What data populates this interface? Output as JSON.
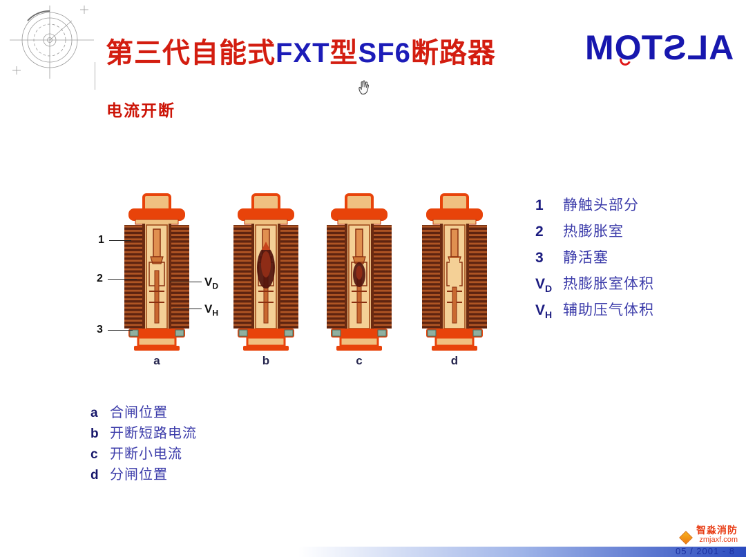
{
  "header": {
    "title_segments": [
      {
        "text": "第三代自能式"
      },
      {
        "text": "FXT"
      },
      {
        "text": "型"
      },
      {
        "text": "SF6"
      },
      {
        "text": "断路器"
      }
    ],
    "logo_text": "ALSTOM"
  },
  "slide": {
    "subtitle": "电流开断"
  },
  "diagram": {
    "callouts": [
      "1",
      "2",
      "3"
    ],
    "volumes": [
      {
        "base": "V",
        "sub": "D"
      },
      {
        "base": "V",
        "sub": "H"
      }
    ],
    "letters": [
      "a",
      "b",
      "c",
      "d"
    ]
  },
  "legend_right": {
    "items": [
      {
        "key": "1",
        "sub": "",
        "text": "静触头部分"
      },
      {
        "key": "2",
        "sub": "",
        "text": "热膨胀室"
      },
      {
        "key": "3",
        "sub": "",
        "text": "静活塞"
      },
      {
        "key": "V",
        "sub": "D",
        "text": "热膨胀室体积"
      },
      {
        "key": "V",
        "sub": "H",
        "text": "辅助压气体积"
      }
    ]
  },
  "legend_bottom": {
    "items": [
      {
        "key": "a",
        "text": "合闸位置"
      },
      {
        "key": "b",
        "text": "开断短路电流"
      },
      {
        "key": "c",
        "text": "开断小电流"
      },
      {
        "key": "d",
        "text": "分闸位置"
      }
    ]
  },
  "footer": {
    "page_date": "05 / 2001 - 8",
    "watermark_name": "智淼消防",
    "watermark_site": "zmjaxf.com"
  },
  "colors": {
    "title_red": "#d31d10",
    "title_blue": "#1c1cb8",
    "legend_blue": "#3c3caa",
    "logo_blue": "#1717ae",
    "insulator_orange": "#e8430a",
    "porcelain_tan": "#f0c080",
    "fin_brown": "#5e2410",
    "watermark_red": "#e83c14"
  }
}
